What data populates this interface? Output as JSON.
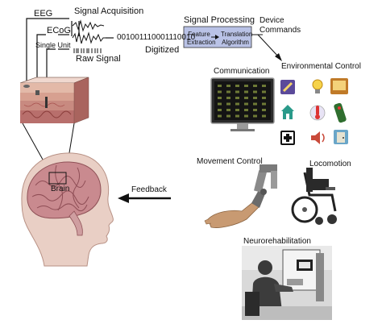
{
  "signals": {
    "eeg": "EEG",
    "ecog": "ECoG",
    "single_unit": "Single Unit",
    "acquisition": "Signal Acquisition",
    "raw_signal": "Raw Signal",
    "bitstream": "001001110001110010",
    "digitized": "Digitized"
  },
  "processing": {
    "title": "Signal Processing",
    "feature_extraction": "Feature Extraction",
    "translation_algorithm": "Translation Algorithm",
    "device_commands": "Device Commands"
  },
  "applications": {
    "communication": "Communication",
    "environmental_control": "Environmental Control",
    "movement_control": "Movement Control",
    "locomotion": "Locomotion",
    "neurorehabilitation": "Neurorehabilitation"
  },
  "brain_label": "Brain",
  "feedback_label": "Feedback",
  "colors": {
    "processing_box": "#b9c2e6",
    "skin": "#e8c6b8",
    "brain": "#c98a8f",
    "screen_bg": "#1a1a1a",
    "screen_grid": "#6e7a36"
  },
  "icons": [
    "pencil-icon",
    "lightbulb-icon",
    "tv-icon",
    "home-icon",
    "thermometer-icon",
    "remote-icon",
    "plus-icon",
    "speaker-icon",
    "door-icon"
  ]
}
